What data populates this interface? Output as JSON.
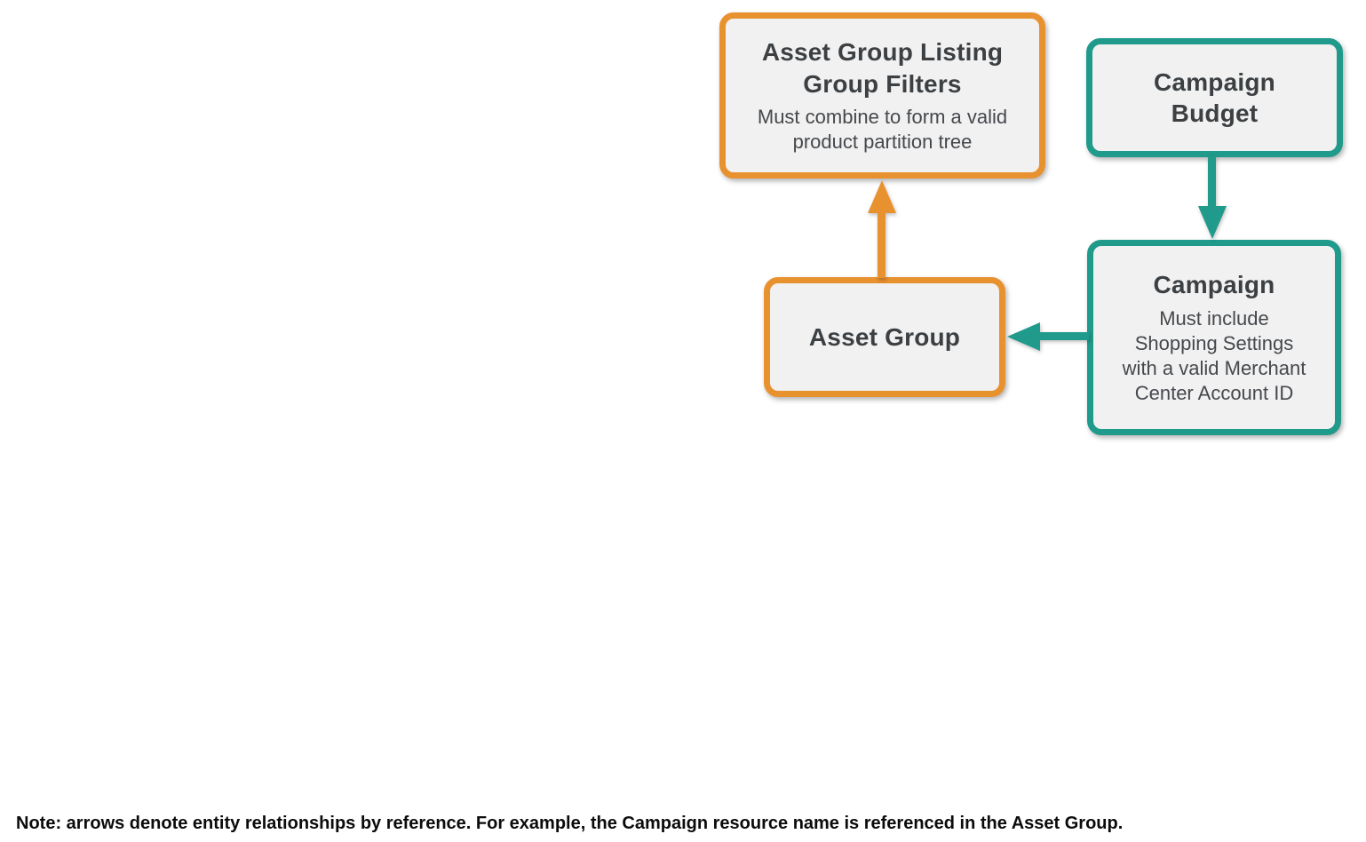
{
  "colors": {
    "orange": "#E8912F",
    "teal": "#1F9A8B",
    "node_fill": "#F1F1F1",
    "title_text": "#3C4043",
    "subtitle_text": "#45484C",
    "note_text": "#0B0B0B"
  },
  "diagram": {
    "nodes": [
      {
        "id": "asset-group-listing-group-filters",
        "title": "Asset Group Listing\nGroup Filters",
        "subtitle": "Must combine to form a valid\nproduct partition tree",
        "accent": "orange"
      },
      {
        "id": "campaign-budget",
        "title": "Campaign\nBudget",
        "subtitle": "",
        "accent": "teal"
      },
      {
        "id": "asset-group",
        "title": "Asset Group",
        "subtitle": "",
        "accent": "orange"
      },
      {
        "id": "campaign",
        "title": "Campaign",
        "subtitle": "Must include\nShopping Settings\nwith a valid Merchant\nCenter Account ID",
        "accent": "teal"
      }
    ],
    "edges": [
      {
        "from": "asset-group",
        "to": "asset-group-listing-group-filters",
        "color": "orange",
        "direction": "up"
      },
      {
        "from": "campaign-budget",
        "to": "campaign",
        "color": "teal",
        "direction": "down"
      },
      {
        "from": "campaign",
        "to": "asset-group",
        "color": "teal",
        "direction": "left"
      }
    ]
  },
  "note": "Note: arrows denote entity relationships by reference. For example, the Campaign resource name is referenced in the Asset Group."
}
